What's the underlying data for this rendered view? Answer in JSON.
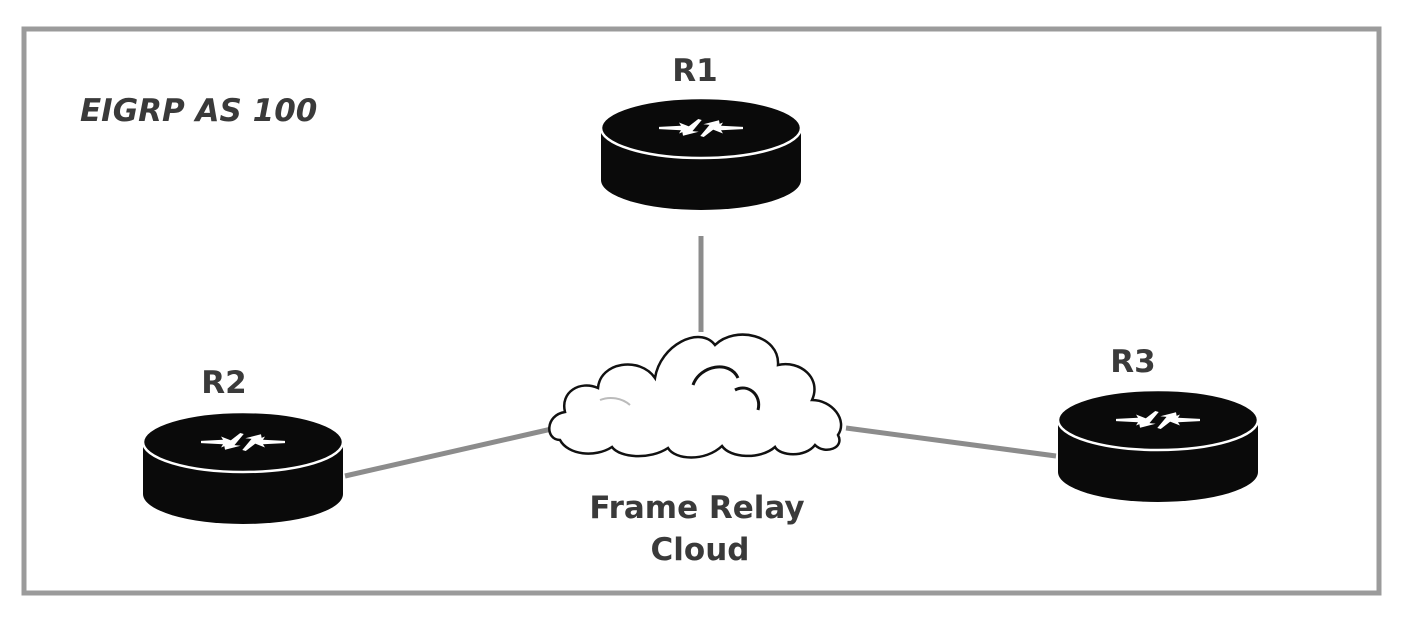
{
  "diagram": {
    "as_label": "EIGRP AS 100",
    "cloud": {
      "label_line1": "Frame Relay",
      "label_line2": "Cloud"
    },
    "routers": [
      {
        "id": "r1",
        "label": "R1"
      },
      {
        "id": "r2",
        "label": "R2"
      },
      {
        "id": "r3",
        "label": "R3"
      }
    ],
    "links": [
      {
        "from": "R1",
        "to": "Frame Relay Cloud"
      },
      {
        "from": "R2",
        "to": "Frame Relay Cloud"
      },
      {
        "from": "R3",
        "to": "Frame Relay Cloud"
      }
    ],
    "colors": {
      "frame_border": "#9b9b9b",
      "link": "#8c8c8c",
      "router_body": "#0a0a0a",
      "text": "#3a3a3a"
    }
  }
}
